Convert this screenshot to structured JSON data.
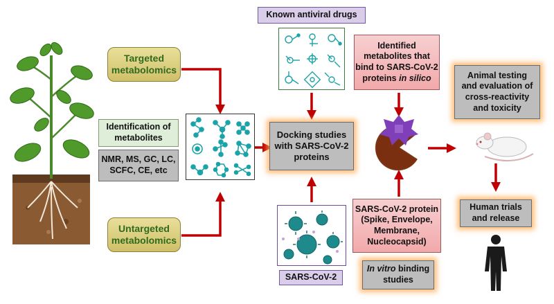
{
  "boxes": {
    "targeted": "Targeted\nmetabolomics",
    "untargeted": "Untargeted\nmetabolomics",
    "identification": "Identification of\nmetabolites",
    "methods": "NMR, MS, GC, LC,\nSCFC, CE, etc",
    "docking": "Docking studies\nwith SARS-CoV-2\nproteins",
    "known_drugs": "Known antiviral drugs",
    "identified_prefix": "Identified\nmetabolites that\nbind to SARS-CoV-2\nproteins ",
    "identified_italic": "in silico",
    "protein": "SARS-CoV-2 protein\n(Spike, Envelope,\nMembrane,\nNucleocapsid)",
    "in_vitro_italic": "In vitro",
    "in_vitro_rest": " binding\nstudies",
    "sars_label": "SARS-CoV-2",
    "animal": "Animal testing\nand evaluation of\ncross-reactivity\nand toxicity",
    "human": "Human trials\nand release"
  },
  "colors": {
    "arrow": "#c00000",
    "molecule": "#1aa3a8",
    "virus": "#1f8a8c",
    "pacman": "#7a3010",
    "ligand": "#7e3fb8"
  },
  "icons": [
    "plant-icon",
    "molecule-icon",
    "virus-icon",
    "pacman-protein-icon",
    "mouse-icon",
    "human-silhouette-icon"
  ]
}
